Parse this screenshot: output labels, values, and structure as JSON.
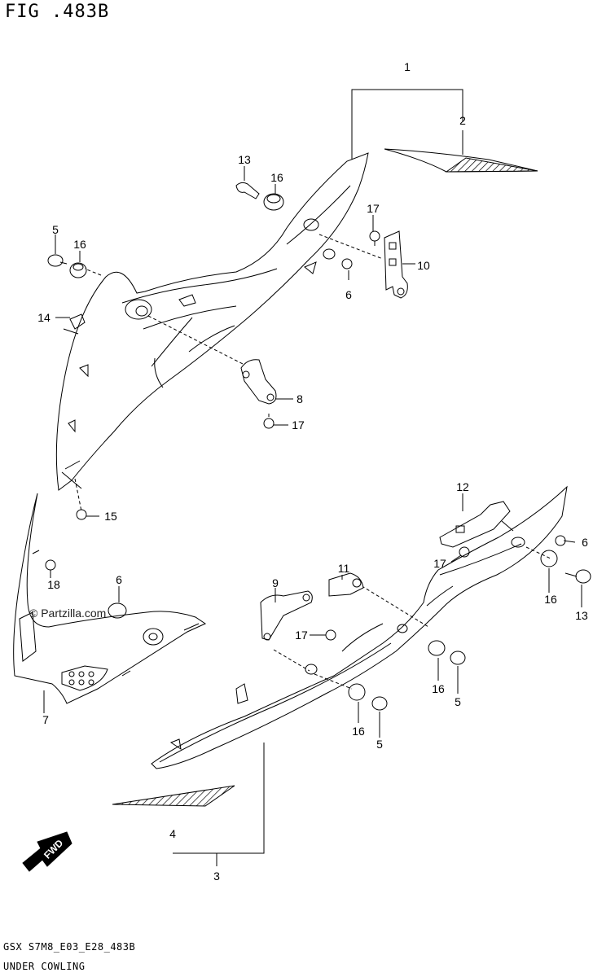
{
  "figure": {
    "title": "FIG .483B",
    "code": "GSX S7M8_E03_E28_483B",
    "caption": "UNDER COWLING",
    "watermark": "© Partzilla.com",
    "fwd_label": "FWD"
  },
  "callouts": {
    "c1": "1",
    "c2": "2",
    "c3": "3",
    "c4": "4",
    "c5a": "5",
    "c5b": "5",
    "c5c": "5",
    "c6a": "6",
    "c6b": "6",
    "c6c": "6",
    "c7": "7",
    "c8": "8",
    "c9": "9",
    "c10": "10",
    "c11": "11",
    "c12": "12",
    "c13a": "13",
    "c13b": "13",
    "c14": "14",
    "c15": "15",
    "c16a": "16",
    "c16b": "16",
    "c16c": "16",
    "c16d": "16",
    "c16e": "16",
    "c17a": "17",
    "c17b": "17",
    "c17c": "17",
    "c17d": "17",
    "c18": "18"
  }
}
